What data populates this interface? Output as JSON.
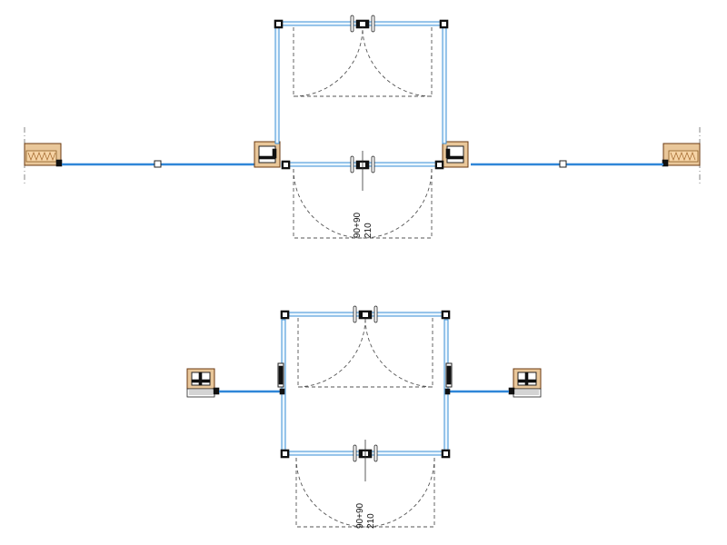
{
  "upper_plan": {
    "door_dimensions": {
      "width_label": "90+90",
      "height_label": "210"
    }
  },
  "lower_plan": {
    "door_dimensions": {
      "width_label": "90+90",
      "height_label": "210"
    }
  },
  "colors": {
    "glass_line": "#2f86d8",
    "timber": "#e9c79a",
    "frame_dark": "#111111"
  }
}
